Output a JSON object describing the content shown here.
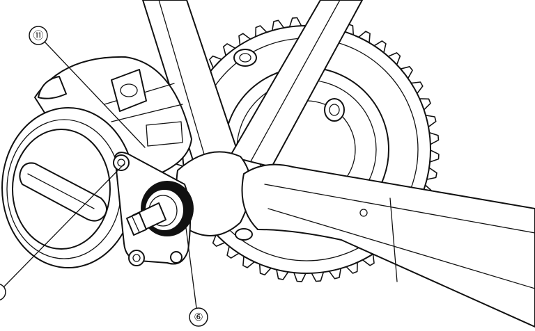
{
  "callouts": [
    {
      "id": "callout-11",
      "label": "⑪"
    },
    {
      "id": "callout-6",
      "label": "⑥"
    }
  ]
}
